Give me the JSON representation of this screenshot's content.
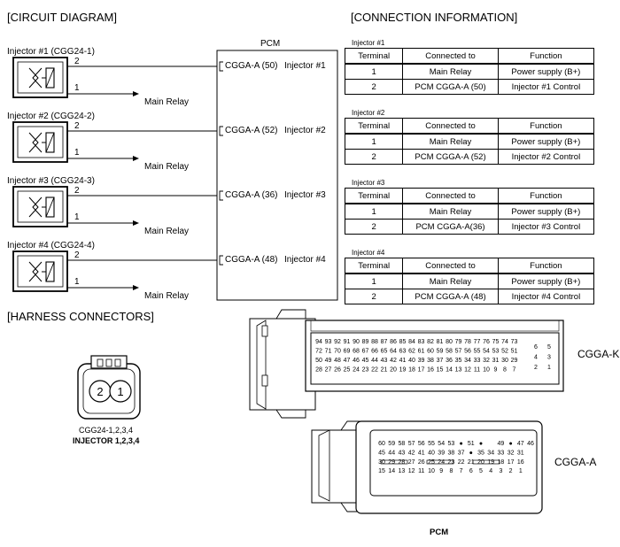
{
  "circuit": {
    "title": "[CIRCUIT DIAGRAM]",
    "pcm_label": "PCM",
    "main_relay": "Main Relay",
    "pin_top": "2",
    "pin_bottom": "1",
    "injectors": [
      {
        "name": "Injector #1 (CGG24-1)",
        "pcm_pin": "CGGA-A (50)",
        "pcm_label": "Injector #1"
      },
      {
        "name": "Injector #2 (CGG24-2)",
        "pcm_pin": "CGGA-A (52)",
        "pcm_label": "Injector #2"
      },
      {
        "name": "Injector #3 (CGG24-3)",
        "pcm_pin": "CGGA-A (36)",
        "pcm_label": "Injector #3"
      },
      {
        "name": "Injector #4 (CGG24-4)",
        "pcm_pin": "CGGA-A (48)",
        "pcm_label": "Injector #4"
      }
    ]
  },
  "connection": {
    "title": "[CONNECTION INFORMATION]",
    "headers": [
      "Terminal",
      "Connected to",
      "Function"
    ],
    "tables": [
      {
        "caption": "Injector #1",
        "rows": [
          [
            "1",
            "Main Relay",
            "Power supply (B+)"
          ],
          [
            "2",
            "PCM CGGA-A (50)",
            "Injector #1 Control"
          ]
        ]
      },
      {
        "caption": "Injector #2",
        "rows": [
          [
            "1",
            "Main Relay",
            "Power supply (B+)"
          ],
          [
            "2",
            "PCM CGGA-A (52)",
            "Injector #2 Control"
          ]
        ]
      },
      {
        "caption": "Injector #3",
        "rows": [
          [
            "1",
            "Main Relay",
            "Power supply (B+)"
          ],
          [
            "2",
            "PCM CGGA-A(36)",
            "Injector #3 Control"
          ]
        ]
      },
      {
        "caption": "Injector #4",
        "rows": [
          [
            "1",
            "Main Relay",
            "Power supply (B+)"
          ],
          [
            "2",
            "PCM CGGA-A (48)",
            "Injector #4 Control"
          ]
        ]
      }
    ]
  },
  "harness": {
    "title": "[HARNESS CONNECTORS]",
    "injector_pins": [
      "2",
      "1"
    ],
    "injector_connector_id": "CGG24-1,2,3,4",
    "injector_connector_name": "INJECTOR 1,2,3,4",
    "cggak_label": "CGGA-K",
    "cggak_rows": [
      [
        "94",
        "93",
        "92",
        "91",
        "90",
        "89",
        "88",
        "87",
        "86",
        "85",
        "84",
        "83",
        "82",
        "81",
        "80",
        "79",
        "78",
        "77",
        "76",
        "75",
        "74",
        "73"
      ],
      [
        "72",
        "71",
        "70",
        "69",
        "68",
        "67",
        "66",
        "65",
        "64",
        "63",
        "62",
        "61",
        "60",
        "59",
        "58",
        "57",
        "56",
        "55",
        "54",
        "53",
        "52",
        "51"
      ],
      [
        "50",
        "49",
        "48",
        "47",
        "46",
        "45",
        "44",
        "43",
        "42",
        "41",
        "40",
        "39",
        "38",
        "37",
        "36",
        "35",
        "34",
        "33",
        "32",
        "31",
        "30",
        "29"
      ],
      [
        "28",
        "27",
        "26",
        "25",
        "24",
        "23",
        "22",
        "21",
        "20",
        "19",
        "18",
        "17",
        "16",
        "15",
        "14",
        "13",
        "12",
        "11",
        "10",
        "9",
        "8",
        "7"
      ]
    ],
    "cggak_side": [
      [
        "6",
        "5"
      ],
      [
        "4",
        "3"
      ],
      [
        "2",
        "1"
      ]
    ],
    "cggaa_label": "CGGA-A",
    "cggaa_rows": [
      [
        "60",
        "59",
        "58",
        "57",
        "56",
        "55",
        "54",
        "53",
        "●",
        "51",
        "●",
        "",
        "49",
        "●",
        "47",
        "46"
      ],
      [
        "45",
        "44",
        "43",
        "42",
        "41",
        "40",
        "39",
        "38",
        "37",
        "●",
        "35",
        "34",
        "33",
        "32",
        "31"
      ],
      [
        "30",
        "29",
        "28",
        "27",
        "26",
        "25",
        "24",
        "23",
        "22",
        "21",
        "20",
        "19",
        "18",
        "17",
        "16"
      ],
      [
        "15",
        "14",
        "13",
        "12",
        "11",
        "10",
        "9",
        "8",
        "7",
        "6",
        "5",
        "4",
        "3",
        "2",
        "1"
      ]
    ],
    "pcm_caption": "PCM"
  }
}
